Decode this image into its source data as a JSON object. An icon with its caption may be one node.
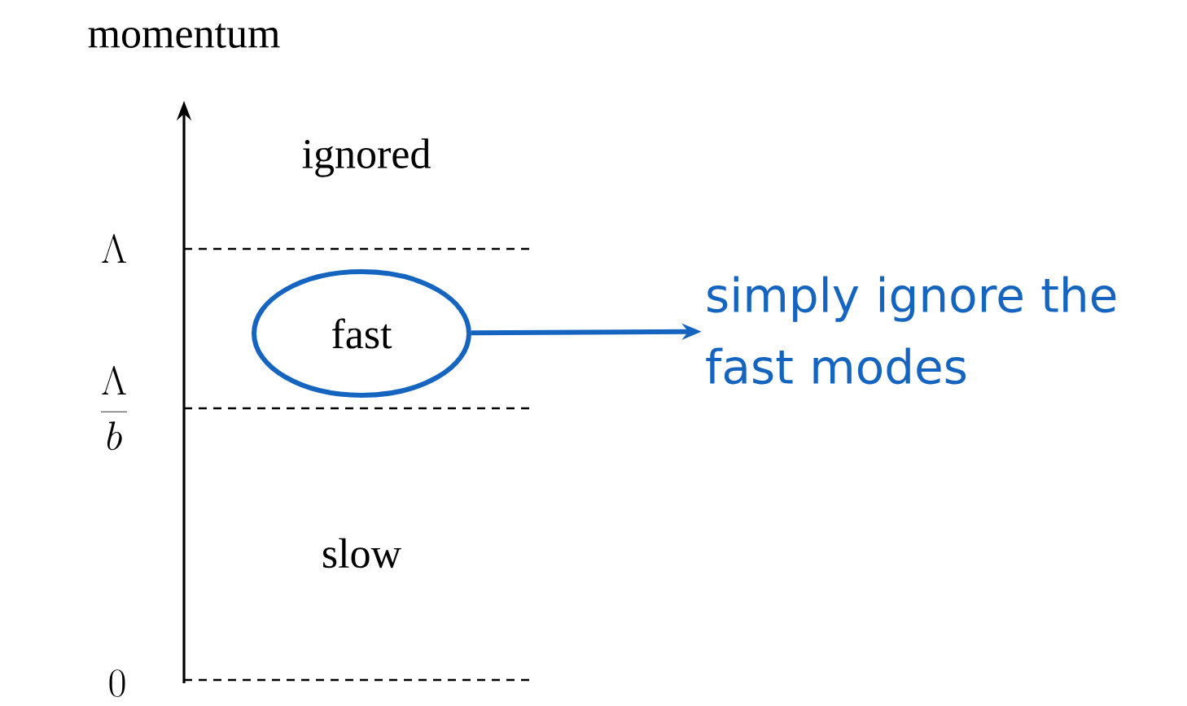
{
  "diagram": {
    "nodes": [
      {
        "text": [
          "fast"
        ]
      },
      {
        "text": [
          "simply ignore the fast modes"
        ]
      }
    ],
    "edges": [
      {
        "from": 0,
        "to": 1,
        "arrow": "to"
      }
    ],
    "labels": [
      "momentum",
      "ignored",
      "\\Lambda",
      "\\frac{\\Lambda}{b}",
      "slow",
      "0"
    ]
  }
}
